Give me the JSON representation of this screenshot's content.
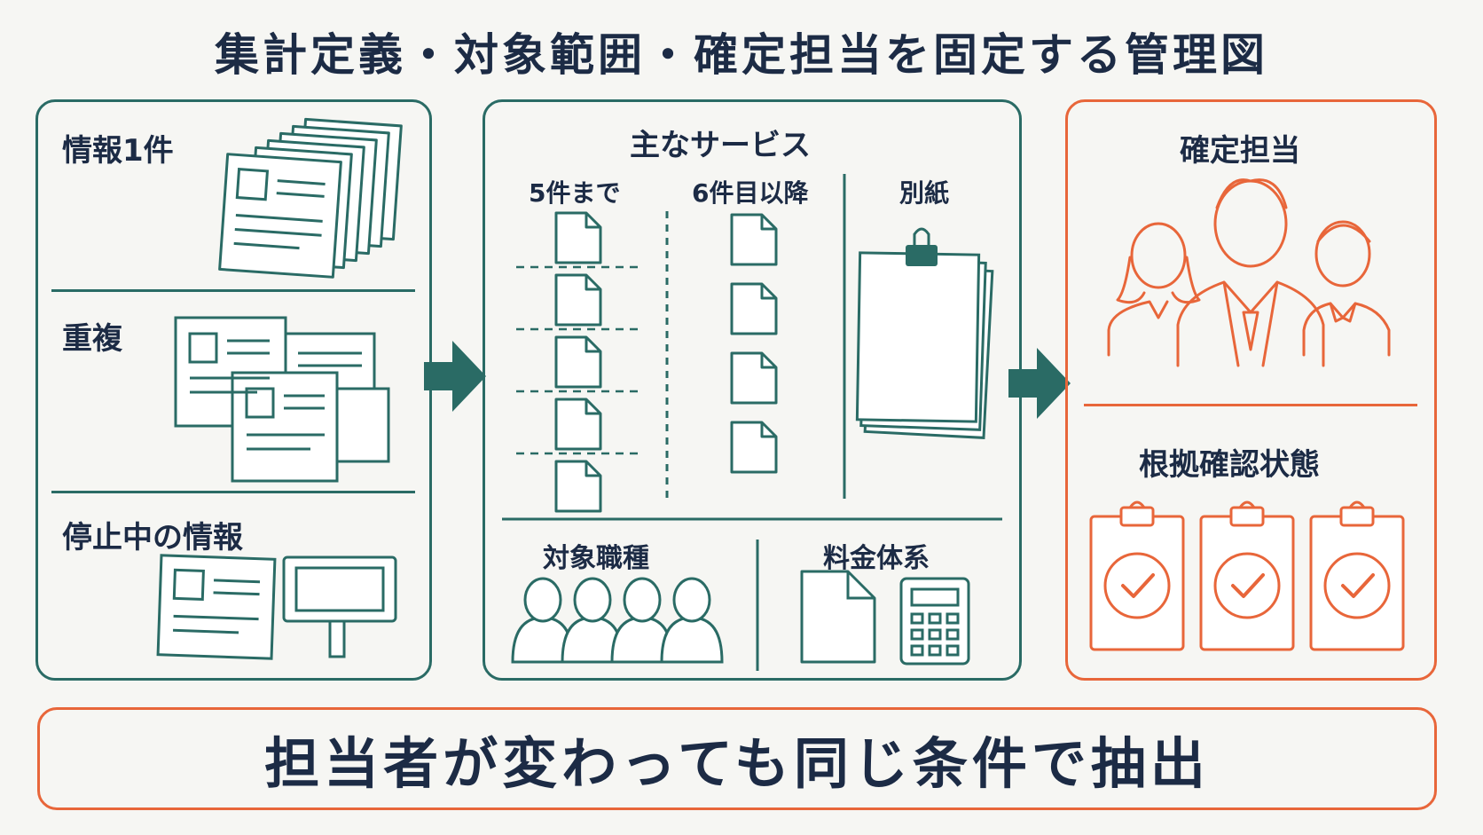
{
  "title": "集計定義・対象範囲・確定担当を固定する管理図",
  "left_panel": {
    "sections": [
      {
        "label": "情報1件"
      },
      {
        "label": "重複"
      },
      {
        "label": "停止中の情報"
      }
    ]
  },
  "middle_panel": {
    "services_title": "主なサービス",
    "col_up_to_5": "5件まで",
    "col_from_6": "6件目以降",
    "col_separate": "別紙",
    "target_jobs": "対象職種",
    "pricing": "料金体系"
  },
  "right_panel": {
    "assignee_title": "確定担当",
    "evidence_title": "根拠確認状態"
  },
  "banner": "担当者が変わっても同じ条件で抽出",
  "colors": {
    "teal": "#2a6b65",
    "orange": "#e8663a",
    "navy": "#1c2b45"
  }
}
